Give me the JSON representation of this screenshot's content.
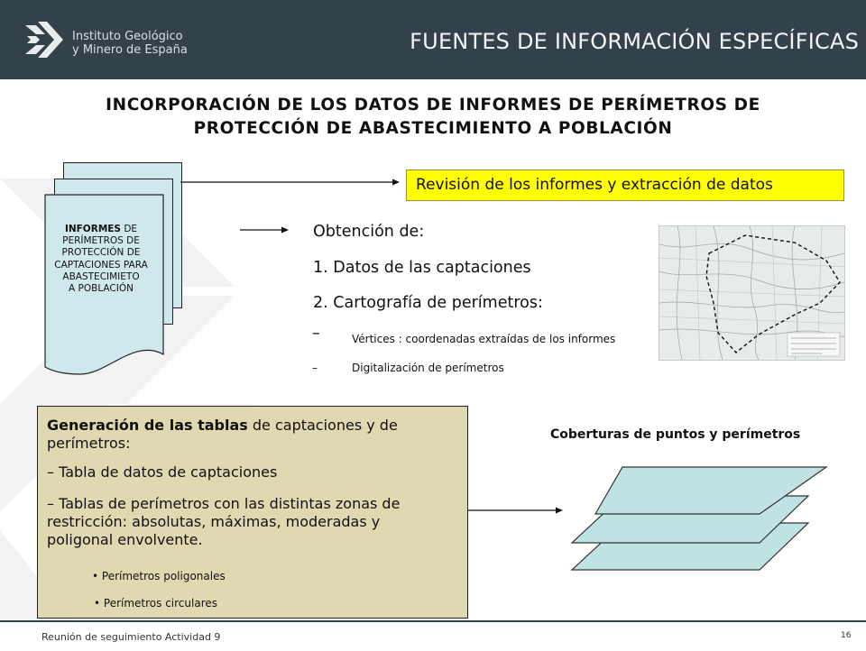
{
  "header": {
    "logo_line1": "Instituto Geológico",
    "logo_line2": "y Minero de España",
    "title": "FUENTES DE INFORMACIÓN ESPECÍFICAS",
    "bg_color": "#33414a"
  },
  "main_title": {
    "line1": "INCORPORACIÓN DE LOS DATOS DE INFORMES DE PERÍMETROS DE",
    "line2": "PROTECCIÓN DE ABASTECIMIENTO A POBLACIÓN"
  },
  "document": {
    "bold": "INFORMES",
    "rest1": " DE",
    "lines": [
      "PERÍMETROS DE",
      "PROTECCIÓN DE",
      "CAPTACIONES PARA",
      "ABASTECIMIETO",
      "A POBLACIÓN"
    ],
    "fill_color": "#cfe8ec"
  },
  "revision_box": {
    "label": "Revisión de los informes y extracción de datos",
    "fill_color": "#ffff00"
  },
  "obtencion": {
    "heading": "Obtención de:",
    "item1": "1.   Datos de las captaciones",
    "item2": "2.   Cartografía de perímetros:",
    "sub1_dash": "–",
    "sub1": "Vértices : coordenadas extraídas de los informes",
    "sub2_dash": "–",
    "sub2": "Digitalización de perímetros"
  },
  "generation": {
    "bold": "Generación de las tablas",
    "rest": " de captaciones y de",
    "line2": "perímetros:",
    "item1": "– Tabla de datos de captaciones",
    "item2a": "– Tablas de perímetros con las distintas zonas de",
    "item2b": "restricción: absolutas, máximas, moderadas y",
    "item2c": "poligonal envolvente.",
    "bullet1": "• Perímetros poligonales",
    "bullet2": "• Perímetros circulares",
    "fill_color": "#e0d8b0"
  },
  "coverage": {
    "title": "Coberturas de puntos y perímetros",
    "layer_color": "#bfe3e3"
  },
  "footer": {
    "text": "Reunión de seguimiento Actividad 9",
    "page": "16"
  }
}
